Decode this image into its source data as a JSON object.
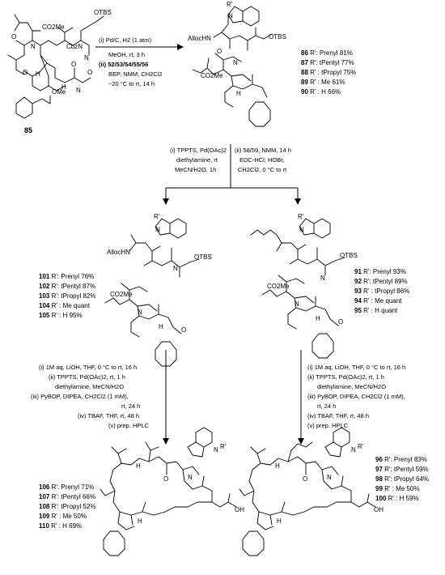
{
  "start": {
    "compound": "85",
    "atoms": [
      "OTBS",
      "CO2Me",
      "N",
      "CbzN",
      "N",
      "O",
      "H",
      "O",
      "H",
      "N",
      "O",
      "OMe",
      "O"
    ]
  },
  "step1": {
    "conditions": [
      "(i) Pd/C, H2 (1 atm)",
      "MeOH, rt, 3 h",
      "(ii) 52/53/54/55/56",
      "BEP, NMM, CH2Cl2",
      "−20 °C to rt, 14 h"
    ]
  },
  "intermediate": {
    "atoms": [
      "R'",
      "N",
      "AllocHN",
      "OTBS",
      "CO2Me",
      "N",
      "O",
      "H"
    ],
    "yields": [
      {
        "id": "86",
        "r": "R': Prenyl",
        "yield": "81%"
      },
      {
        "id": "87",
        "r": "R': tPentyl",
        "yield": "77%"
      },
      {
        "id": "88",
        "r": "R' : tPropyl",
        "yield": "75%"
      },
      {
        "id": "89",
        "r": "R' : Me",
        "yield": "61%"
      },
      {
        "id": "90",
        "r": "R' : H",
        "yield": "66%"
      }
    ]
  },
  "branch_left": {
    "conditions": [
      "(i) TPPTS, Pd(OAc)2",
      "diethylamine, rt",
      "MeCN/H2O, 1h"
    ],
    "atoms": [
      "R'",
      "N",
      "AllocHN",
      "OTBS",
      "CO2Me",
      "N",
      "H",
      "O",
      "N"
    ],
    "yields": [
      {
        "id": "101",
        "r": "R': Prenyl",
        "yield": "76%"
      },
      {
        "id": "102",
        "r": "R': tPentyl",
        "yield": "87%"
      },
      {
        "id": "103",
        "r": "R': tPropyl",
        "yield": "82%"
      },
      {
        "id": "104",
        "r": "R' : Me",
        "yield": "quant"
      },
      {
        "id": "105",
        "r": "R' : H",
        "yield": "95%"
      }
    ],
    "cyclization": [
      "(i) 1M aq, LiOH, THF, 0 °C to rt, 16 h",
      "(ii) TPPTS, Pd(OAc)2, rt, 1 h",
      "diethylamine, MeCN/H2O",
      "(iii) PyBOP, DIPEA, CH2Cl2 (1 mM),",
      "rt, 24 h",
      "(iv) TBAF, THF, rt, 48 h",
      "(v) prep. HPLC"
    ],
    "product_atoms": [
      "N",
      "R'",
      "H",
      "O",
      "N",
      "OH",
      "H"
    ],
    "product_yields": [
      {
        "id": "106",
        "r": "R': Prenyl",
        "yield": "71%"
      },
      {
        "id": "107",
        "r": "R': tPentyl",
        "yield": "66%"
      },
      {
        "id": "108",
        "r": "R': tPropyl",
        "yield": "52%"
      },
      {
        "id": "109",
        "r": "R' : Me",
        "yield": "50%"
      },
      {
        "id": "110",
        "r": "R' : H",
        "yield": "69%"
      }
    ]
  },
  "branch_right": {
    "conditions": [
      "(ii) 58/59, NMM, 14 h",
      "EDC-HCl, HOBt,",
      "CH2Cl2, 0 °C to rt"
    ],
    "atoms": [
      "R'",
      "N",
      "OTBS",
      "N",
      "CO2Me",
      "N",
      "H",
      "O"
    ],
    "yields": [
      {
        "id": "91",
        "r": "R': Prenyl",
        "yield": "93%"
      },
      {
        "id": "92",
        "r": "R': tPentyl",
        "yield": "89%"
      },
      {
        "id": "93",
        "r": "R' : tPropyl",
        "yield": "86%"
      },
      {
        "id": "94",
        "r": "R' : Me",
        "yield": "quant"
      },
      {
        "id": "95",
        "r": "R' : H",
        "yield": "quant"
      }
    ],
    "cyclization": [
      "(i) 1M aq, LiOH, THF, 0 °C to rt, 16 h",
      "(ii) TPPTS, Pd(OAc)2, rt, 1 h",
      "diethylamine, MeCN/H2O",
      "(iii) PyBOP, DIPEA, CH2Cl2 (1 mM),",
      "rt, 24 h",
      "(iv) TBAF, THF, rt, 48 h",
      "(v) prep. HPLC"
    ],
    "product_atoms": [
      "N",
      "R'",
      "H",
      "O",
      "N",
      "OH",
      "H"
    ],
    "product_yields": [
      {
        "id": "96",
        "r": "R': Prenyl",
        "yield": "83%"
      },
      {
        "id": "97",
        "r": "R': tPentyl",
        "yield": "59%"
      },
      {
        "id": "98",
        "r": "R': tPropyl",
        "yield": "64%"
      },
      {
        "id": "99",
        "r": "R' : Me",
        "yield": "50%"
      },
      {
        "id": "100",
        "r": "R' : H",
        "yield": "59%"
      }
    ]
  }
}
